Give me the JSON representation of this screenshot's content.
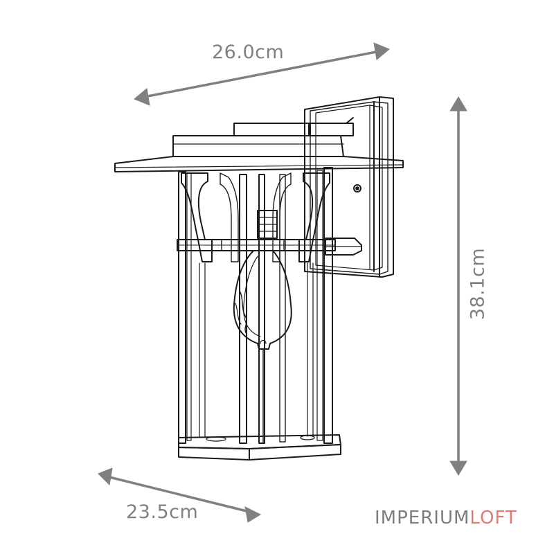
{
  "dimensions": {
    "width": "26.0cm",
    "depth": "23.5cm",
    "height": "38.1cm"
  },
  "brand": {
    "main": "IMPERIUM",
    "accent": "LOFT",
    "main_color": "#7d7d7d",
    "accent_color": "#e27a73"
  },
  "colors": {
    "line": "#1a1a1a",
    "dimension": "#808080"
  }
}
